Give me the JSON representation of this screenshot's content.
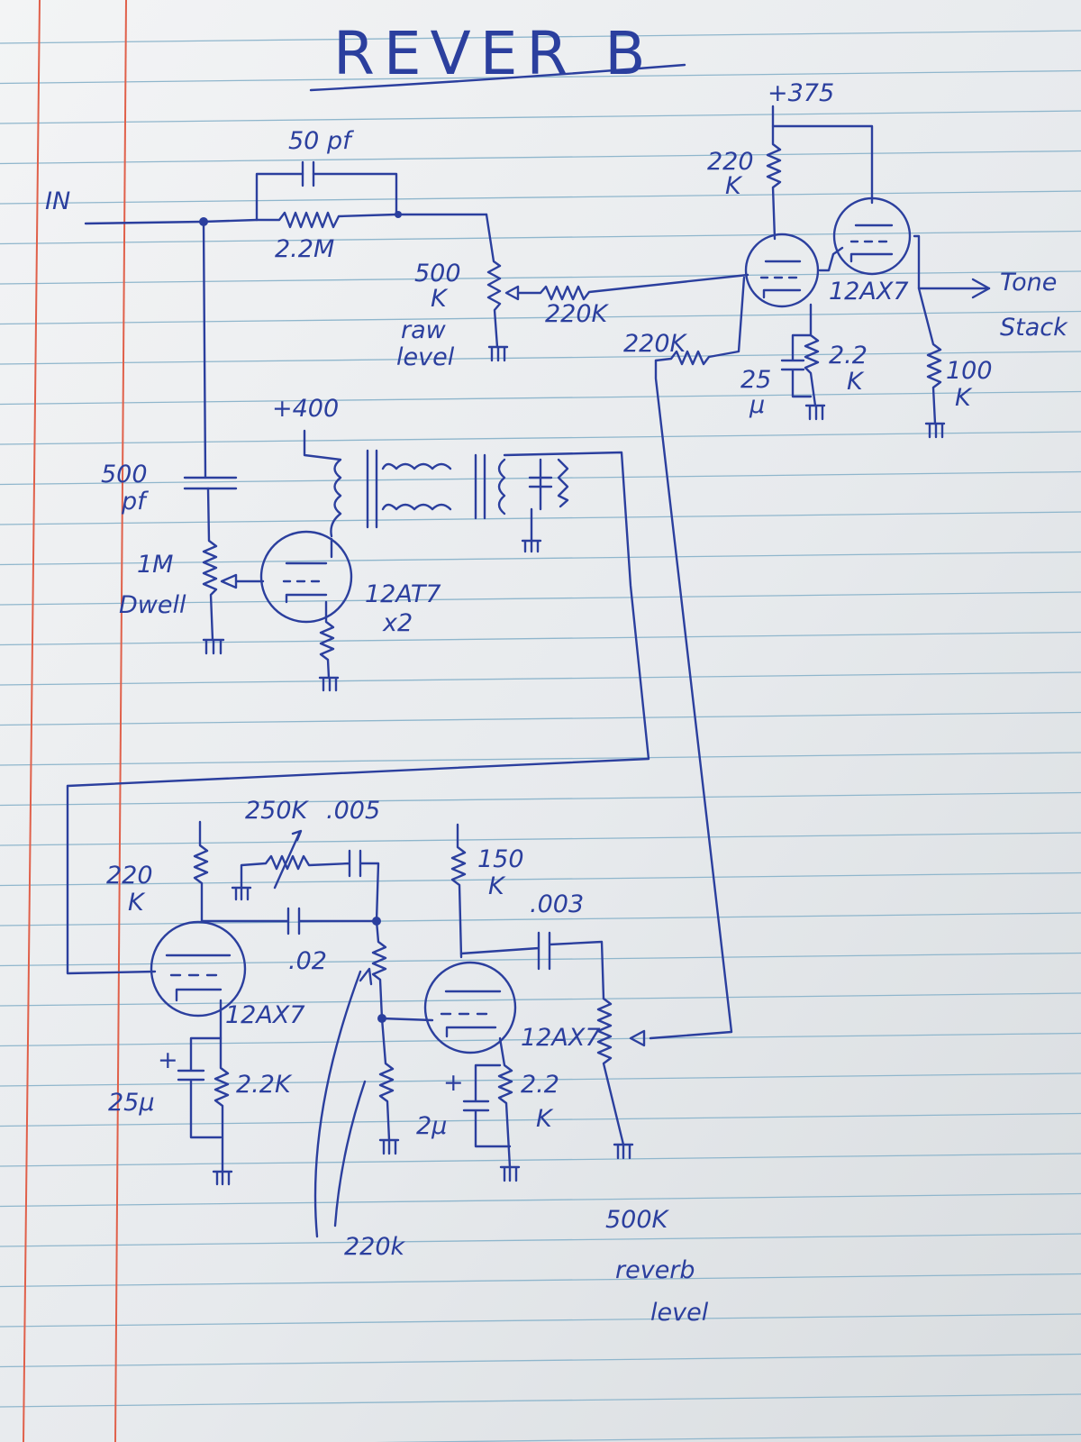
{
  "title": "REVER B",
  "labels": {
    "input": "IN",
    "cap_50pf": "50 pf",
    "res_2_2m": "2.2M",
    "pot_500k": "500",
    "pot_500k_unit": "K",
    "raw_level_1": "raw",
    "raw_level_2": "level",
    "res_220k_mix": "220K",
    "res_220k_return": "220K",
    "supply_375": "+375",
    "plate_220k": "220",
    "plate_220k_unit": "K",
    "tube_mixer": "12AX7",
    "out_arrow": "Tone",
    "out_arrow2": "Stack",
    "cathode_2_2": "2.2",
    "cathode_2_2_unit": "K",
    "cap_25u": "25",
    "cap_25u_unit": "μ",
    "res_100k": "100",
    "res_100k_unit": "K",
    "supply_400": "+400",
    "cap_500pf": "500",
    "cap_500pf_unit": "pf",
    "pot_1m": "1M",
    "dwell": "Dwell",
    "tube_driver": "12AT7",
    "tube_driver_x2": "x2",
    "pot_250k": "250K",
    "cap_005": ".005",
    "plate_220k_b": "220",
    "plate_220k_b_unit": "K",
    "cap_02": ".02",
    "tube_recovery": "12AX7",
    "cathode_2_2k": "2.2K",
    "cap_25u_b": "25μ",
    "plate_150k": "150",
    "plate_150k_unit": "K",
    "cap_003": ".003",
    "tube_recovery2": "12AX7",
    "cathode_2_2_b": "2.2",
    "cathode_2_2_b_unit": "K",
    "cap_2u": "2μ",
    "res_220k_bottom": "220k",
    "pot_500k_b": "500K",
    "reverb_1": "reverb",
    "reverb_2": "level"
  },
  "colors": {
    "ink": "#2b3f9e",
    "paper": "#eef0f2",
    "rule": "#8fb6cc",
    "margin": "#e0604a"
  }
}
